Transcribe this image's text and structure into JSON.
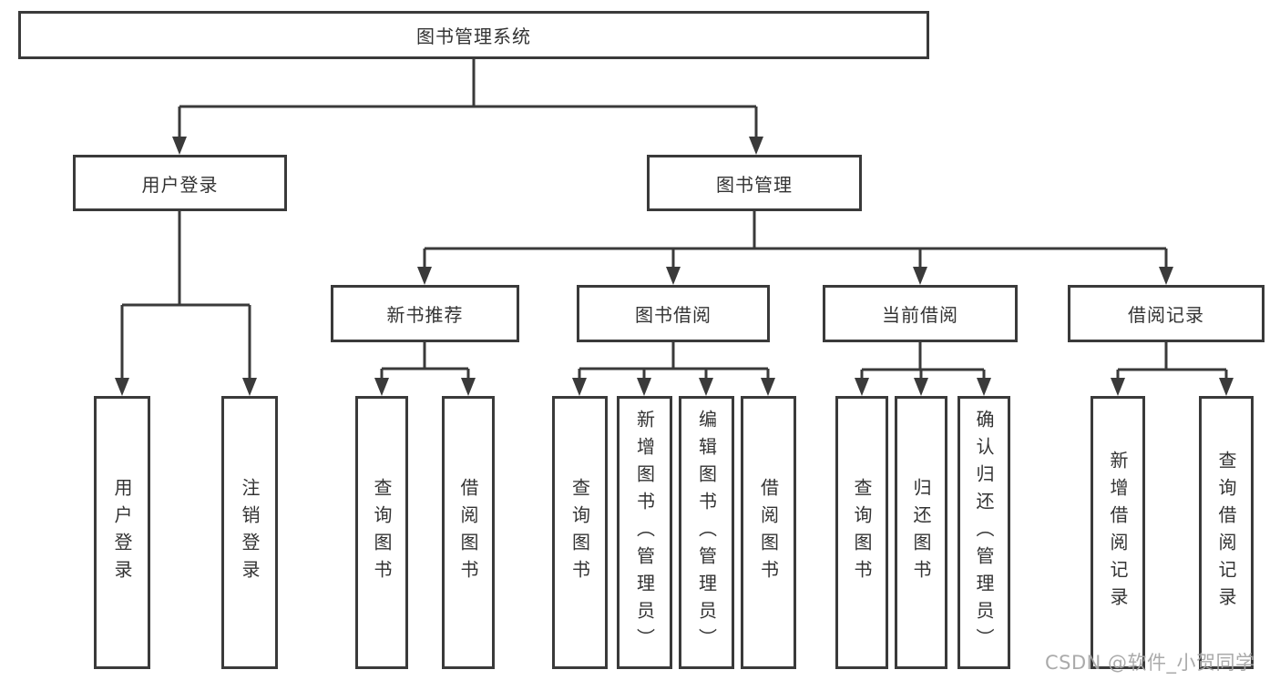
{
  "diagram": {
    "type": "tree",
    "colors": {
      "line": "#3a3a3a",
      "text": "#333333",
      "background": "#ffffff",
      "watermark": "#a6a6a6"
    },
    "watermark": "CSDN @软件_小贺同学",
    "tree": {
      "label": "图书管理系统",
      "children": [
        {
          "label": "用户登录",
          "children": [
            {
              "label": "用户登录"
            },
            {
              "label": "注销登录"
            }
          ]
        },
        {
          "label": "图书管理",
          "children": [
            {
              "label": "新书推荐",
              "children": [
                {
                  "label": "查询图书"
                },
                {
                  "label": "借阅图书"
                }
              ]
            },
            {
              "label": "图书借阅",
              "children": [
                {
                  "label": "查询图书"
                },
                {
                  "label": "新增图书（管理员）"
                },
                {
                  "label": "编辑图书（管理员）"
                },
                {
                  "label": "借阅图书"
                }
              ]
            },
            {
              "label": "当前借阅",
              "children": [
                {
                  "label": "查询图书"
                },
                {
                  "label": "归还图书"
                },
                {
                  "label": "确认归还（管理员）"
                }
              ]
            },
            {
              "label": "借阅记录",
              "children": [
                {
                  "label": "新增借阅记录"
                },
                {
                  "label": "查询借阅记录"
                }
              ]
            }
          ]
        }
      ]
    }
  }
}
